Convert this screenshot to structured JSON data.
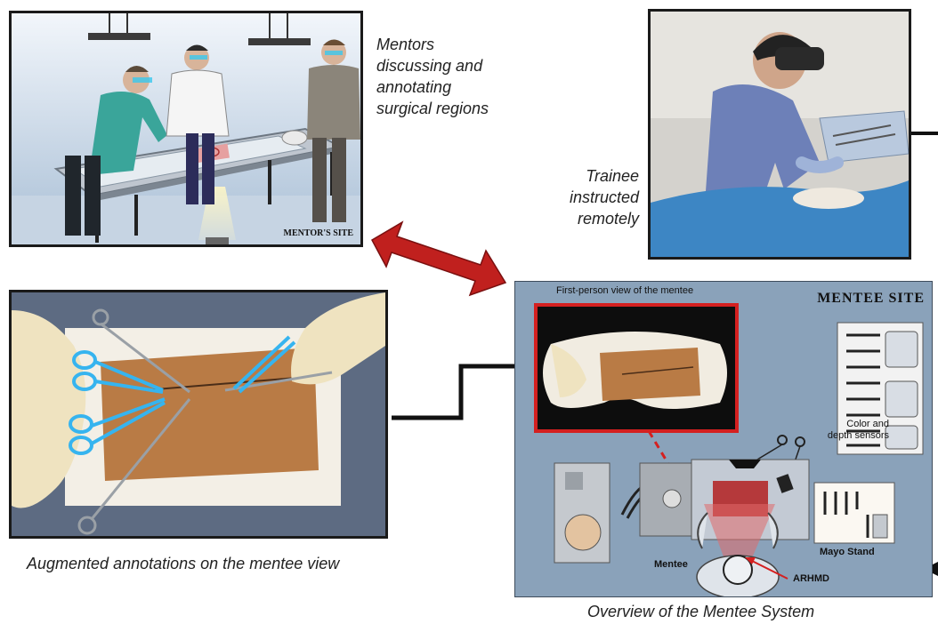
{
  "mentor_panel": {
    "site_label": "MENTOR'S SITE",
    "caption_lines": [
      "Mentors",
      "discussing and",
      "annotating",
      "surgical regions"
    ]
  },
  "trainee_panel": {
    "caption_lines": [
      "Trainee",
      "instructed",
      "remotely"
    ]
  },
  "annotation_panel": {
    "caption": "Augmented annotations on the mentee view"
  },
  "mentee_system": {
    "title": "MENTEE SITE",
    "fpv_label": "First-person view of the mentee",
    "sensor_label_lines": [
      "Color and",
      "depth sensors"
    ],
    "mentee_label": "Mentee",
    "mayo_label": "Mayo Stand",
    "arhmd_label": "ARHMD",
    "caption": "Overview of the Mentee System"
  },
  "colors": {
    "bidirectional_arrow": "#c0201e",
    "fpv_border": "#d42020",
    "mentee_panel_bg": "#8aa2ba",
    "annotation_blue": "#36b4ef",
    "tissue": "#b97b45"
  }
}
